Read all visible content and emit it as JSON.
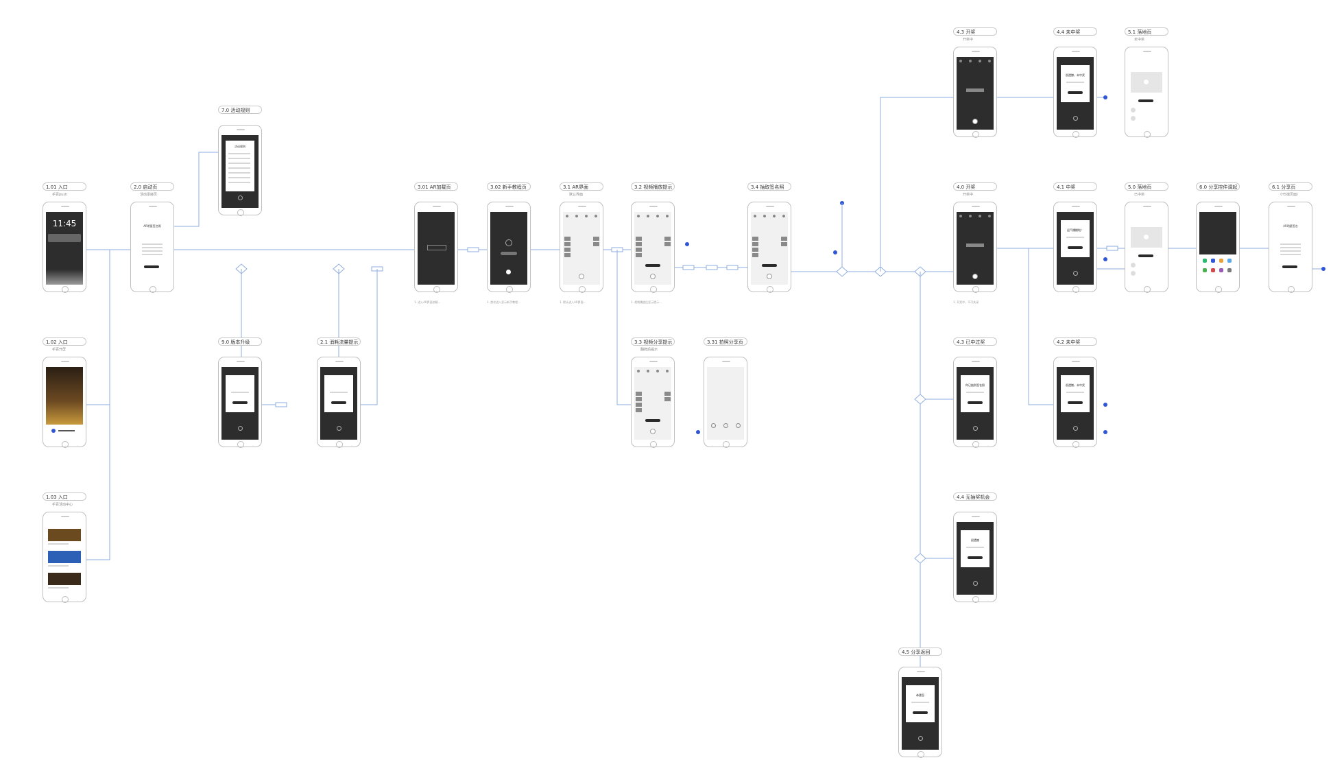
{
  "colors": {
    "line": "#8faee0",
    "node": "#2f56d6",
    "frame": "#bfbfbf",
    "screen_dark": "#2d2d2d",
    "screen_light": "#f1f1f1"
  },
  "screens": [
    {
      "id": "s101",
      "label": "1.01 入口",
      "sub": "手百push",
      "kind": "lock",
      "time": "11:45"
    },
    {
      "id": "s102",
      "label": "1.02 入口",
      "sub": "手百开屏",
      "kind": "poster"
    },
    {
      "id": "s103",
      "label": "1.03 入口",
      "sub": "手百活动中心",
      "kind": "list"
    },
    {
      "id": "s20",
      "label": "2.0 启动页",
      "sub": "活动承接页",
      "kind": "launch",
      "title": "AR明星签名照"
    },
    {
      "id": "s70",
      "label": "7.0 活动规则",
      "sub": "",
      "kind": "rules",
      "title": "活动规则"
    },
    {
      "id": "s90",
      "label": "9.0 版本升级",
      "sub": "",
      "kind": "dialog"
    },
    {
      "id": "s21",
      "label": "2.1 消耗流量提示",
      "sub": "",
      "kind": "dialog"
    },
    {
      "id": "s301",
      "label": "3.01 AR加载页",
      "sub": "",
      "kind": "loading"
    },
    {
      "id": "s302",
      "label": "3.02 新手教程页",
      "sub": "",
      "kind": "tutorial"
    },
    {
      "id": "s31",
      "label": "3.1 AR界面",
      "sub": "默认界面",
      "kind": "ar"
    },
    {
      "id": "s32",
      "label": "3.2 视频播放提示",
      "sub": "",
      "kind": "ar_btn"
    },
    {
      "id": "s33",
      "label": "3.3 视频分享提示",
      "sub": "翻牌后提示",
      "kind": "ar_btn"
    },
    {
      "id": "s331",
      "label": "3.31 拍照分享页",
      "sub": "",
      "kind": "photo"
    },
    {
      "id": "s34",
      "label": "3.4 抽取签名照",
      "sub": "",
      "kind": "ar_btn"
    },
    {
      "id": "s43a",
      "label": "4.3 开奖",
      "sub": "开奖中",
      "kind": "draw"
    },
    {
      "id": "s44a",
      "label": "4.4 未中奖",
      "sub": "",
      "kind": "dialog"
    },
    {
      "id": "s51a",
      "label": "5.1 落地页",
      "sub": "未中奖",
      "kind": "land"
    },
    {
      "id": "s40",
      "label": "4.0 开奖",
      "sub": "开奖中",
      "kind": "draw"
    },
    {
      "id": "s41",
      "label": "4.1 中奖",
      "sub": "",
      "kind": "dialog"
    },
    {
      "id": "s50",
      "label": "5.0 落地页",
      "sub": "已中奖",
      "kind": "land"
    },
    {
      "id": "s60",
      "label": "6.0 分享控件调起",
      "sub": "",
      "kind": "share"
    },
    {
      "id": "s61",
      "label": "6.1 分享页",
      "sub": "（H5端页面）",
      "kind": "launch",
      "title": "AR明星签名"
    },
    {
      "id": "s43b",
      "label": "4.3 已中过奖",
      "sub": "",
      "kind": "dialog"
    },
    {
      "id": "s42",
      "label": "4.2 未中奖",
      "sub": "",
      "kind": "dialog"
    },
    {
      "id": "s44b",
      "label": "4.4 无抽奖机会",
      "sub": "",
      "kind": "dialog"
    },
    {
      "id": "s45",
      "label": "4.5 分享返回",
      "sub": "",
      "kind": "dialog"
    }
  ],
  "dialogs": {
    "s41": "运气爆棚啦！",
    "s44a": "很遗憾，未中奖",
    "s42": "很遗憾，未中奖",
    "s43b": "你已抽到签名照",
    "s44b": "很遗憾",
    "s45": "恭喜您"
  },
  "notes": {
    "s301": "1. 进入AR界面加载...",
    "s302": "1. 首次进入显示新手教程...",
    "s31": "1. 默认进入AR界面...",
    "s32": "1. 视频播放后显示提示...",
    "s40": "1. 开奖中，不可关闭"
  }
}
